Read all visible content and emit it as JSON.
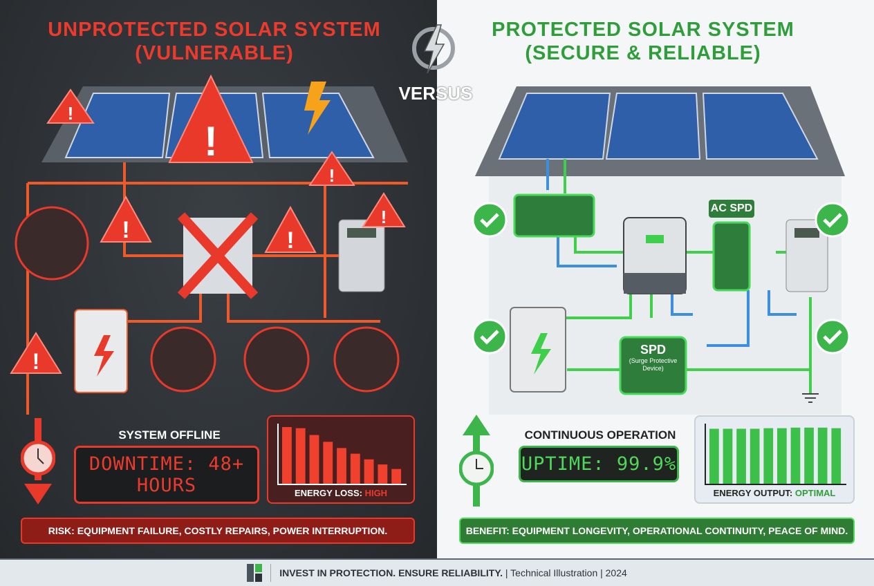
{
  "left": {
    "title_line1": "UNPROTECTED SOLAR SYSTEM",
    "title_line2": "(VULNERABLE)",
    "status_label": "SYSTEM OFFLINE",
    "lcd_text": "DOWNTIME: 48+ HOURS",
    "chart_caption_prefix": "ENERGY LOSS: ",
    "chart_caption_value": "HIGH",
    "banner": "RISK: EQUIPMENT FAILURE, COSTLY REPAIRS, POWER INTERRUPTION.",
    "accent": "#ec3b2c",
    "bars": [
      100,
      98,
      86,
      74,
      63,
      53,
      43,
      34,
      26
    ]
  },
  "right": {
    "title_line1": "PROTECTED SOLAR SYSTEM",
    "title_line2": "(SECURE & RELIABLE)",
    "ac_spd_label": "AC SPD",
    "spd_label": "SPD",
    "spd_sub": "(Surge Protective Device)",
    "status_label": "CONTINUOUS OPERATION",
    "lcd_text": "UPTIME: 99.9%",
    "chart_caption_prefix": "ENERGY OUTPUT: ",
    "chart_caption_value": "OPTIMAL",
    "banner": "BENEFIT: EQUIPMENT LONGEVITY, OPERATIONAL CONTINUITY, PEACE OF MIND.",
    "accent": "#2f9e3a",
    "bars": [
      97,
      97,
      97,
      97,
      98,
      98,
      99,
      99,
      99,
      98
    ]
  },
  "versus": {
    "label": "VERSUS",
    "icon": "lightning-icon"
  },
  "footer": {
    "tagline": "INVEST IN PROTECTION. ENSURE RELIABILITY.",
    "meta": "| Technical Illustration | 2024"
  }
}
